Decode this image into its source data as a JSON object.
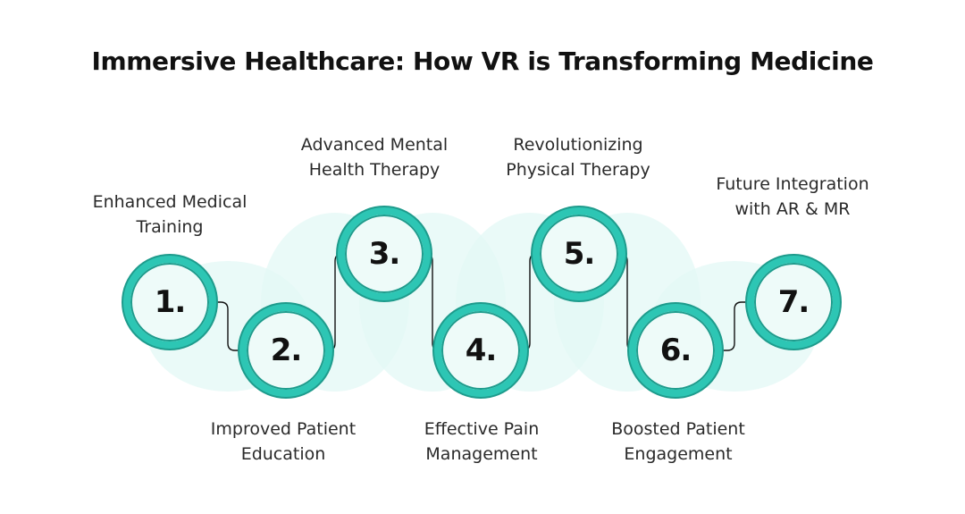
{
  "title": "Immersive Healthcare: How VR is Transforming Medicine",
  "colors": {
    "ring": "#2dc6b4",
    "ring_dark": "#1e9b8c",
    "fill": "#eefbf9",
    "halo": "#e3f8f5",
    "connector": "#111111"
  },
  "steps": [
    {
      "number": "1.",
      "label_lines": [
        "Enhanced Medical",
        "Training"
      ]
    },
    {
      "number": "2.",
      "label_lines": [
        "Improved Patient",
        "Education"
      ]
    },
    {
      "number": "3.",
      "label_lines": [
        "Advanced Mental",
        "Health Therapy"
      ]
    },
    {
      "number": "4.",
      "label_lines": [
        "Effective Pain",
        "Management"
      ]
    },
    {
      "number": "5.",
      "label_lines": [
        "Revolutionizing",
        "Physical Therapy"
      ]
    },
    {
      "number": "6.",
      "label_lines": [
        "Boosted Patient",
        "Engagement"
      ]
    },
    {
      "number": "7.",
      "label_lines": [
        "Future Integration",
        "with AR & MR"
      ]
    }
  ]
}
